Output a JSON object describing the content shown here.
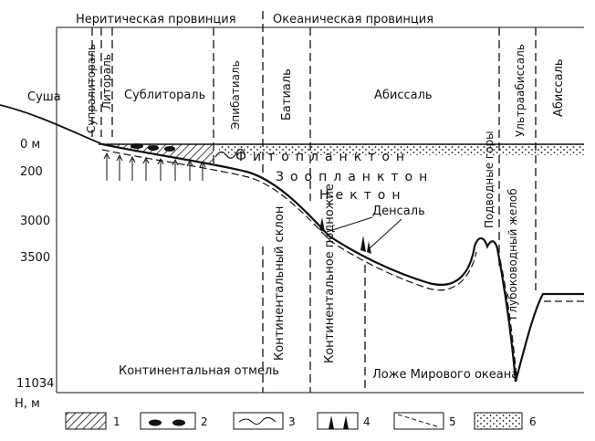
{
  "header": {
    "neritic": "Неритическая провинция",
    "oceanic": "Океаническая провинция"
  },
  "zones": {
    "land": "Суша",
    "supralittoral": "Супралитораль",
    "littoral": "Литораль",
    "sublittoral": "Сублитораль",
    "epibathyal": "Эпибатиаль",
    "bathyal": "Батиаль",
    "abyssal_main": "Абиссаль",
    "ultraabyssal": "Ультраабиссаль",
    "abyssal_right": "Абиссаль"
  },
  "depth_axis": {
    "ticks": [
      "0 м",
      "200",
      "3000",
      "3500",
      "11034"
    ],
    "unit_label": "Н, м"
  },
  "water_column": {
    "phytoplankton": "Фитопланктон",
    "zooplankton": "Зоопланктон",
    "nekton": "Нектон",
    "densal": "Денсаль",
    "seamounts": "Подводные горы",
    "trench": "Глубоководный желоб"
  },
  "bottom": {
    "continental_shelf": "Континентальная отмель",
    "continental_slope": "Континентальный склон",
    "continental_rise": "Континентальное подножие",
    "ocean_floor": "Ложе  Мирового  океана"
  },
  "legend": [
    "1",
    "2",
    "3",
    "4",
    "5",
    "6"
  ]
}
